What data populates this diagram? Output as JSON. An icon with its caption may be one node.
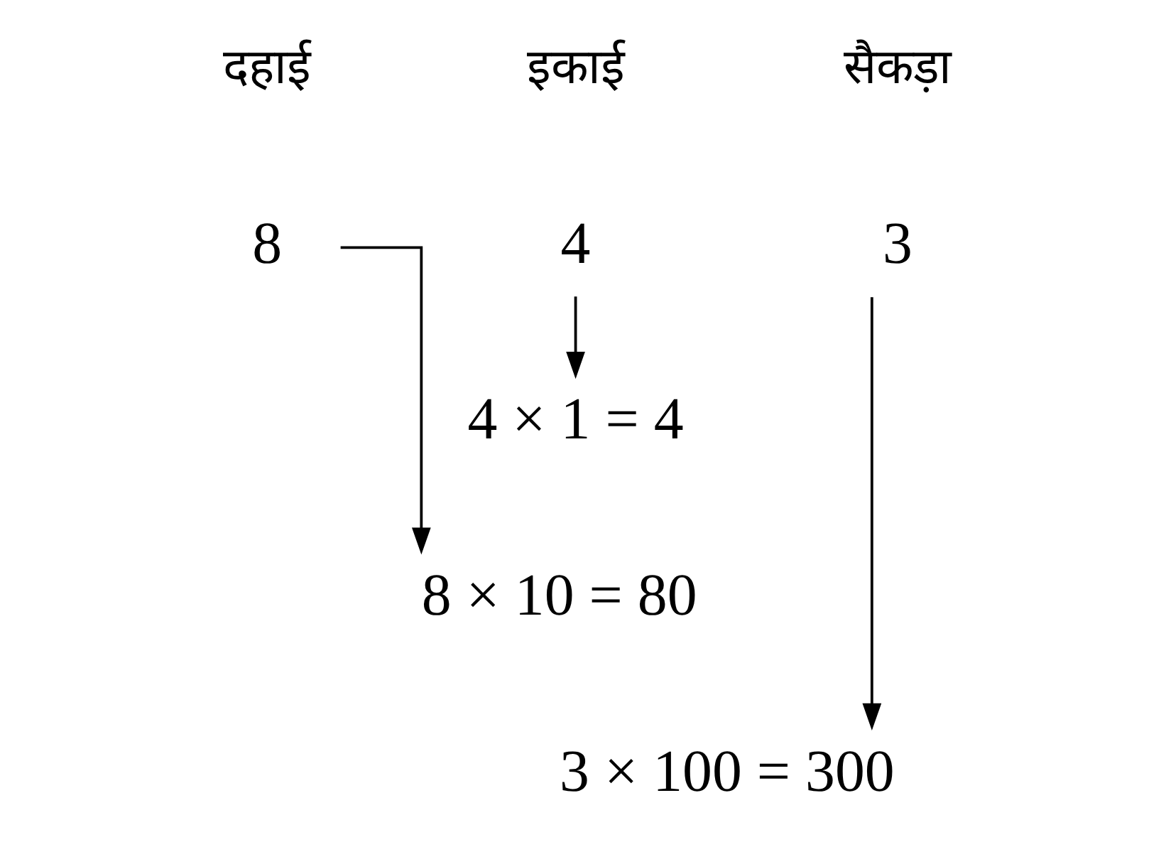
{
  "diagram": {
    "nodes": [
      {
        "text": [
          "3"
        ]
      },
      {
        "text": [
          "8"
        ]
      },
      {
        "text": [
          "4"
        ]
      },
      {
        "text": [
          "4 × 1 = 4"
        ]
      },
      {
        "text": [
          "8 × 10 = 80"
        ]
      },
      {
        "text": [
          "3 × 100 = 300"
        ]
      }
    ],
    "edges": [
      {
        "from": 2,
        "to": 3,
        "arrow": "to"
      },
      {
        "from": 1,
        "to": 4,
        "arrow": "to"
      },
      {
        "from": 0,
        "to": 5,
        "arrow": "to"
      }
    ],
    "labels": [
      "सैकड़ा",
      "दहाई",
      "इकाई"
    ]
  }
}
